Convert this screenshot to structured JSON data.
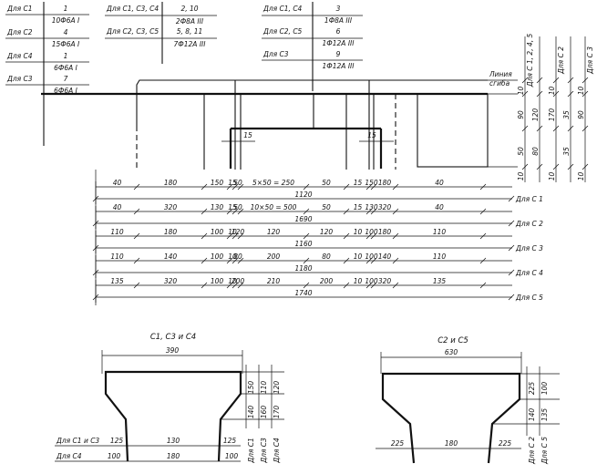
{
  "tables": {
    "left": [
      {
        "label": "Для С1",
        "top": "1",
        "bottom": "10Ф6А I"
      },
      {
        "label": "Для С2",
        "top": "4",
        "bottom": "15Ф6А I"
      },
      {
        "label": "Для С4",
        "top": "1",
        "bottom": "6Ф6А I"
      },
      {
        "label": "Для С3",
        "top": "7",
        "bottom": "6Ф6А I"
      }
    ],
    "middle": [
      {
        "label": "Для С1, С3, С4",
        "top": "2, 10",
        "bottom": "2Ф8А III"
      },
      {
        "label": "Для С2, С3, С5",
        "top": "5, 8, 11",
        "bottom": "7Ф12А III"
      }
    ],
    "right": [
      {
        "label": "Для С1, С4",
        "top": "3",
        "bottom": "1Ф8А III"
      },
      {
        "label": "Для С2, С5",
        "top": "6",
        "bottom": "1Ф12А III"
      },
      {
        "label": "Для С3",
        "top": "9",
        "bottom": "1Ф12А III"
      }
    ]
  },
  "axis_label": {
    "line1": "Линия",
    "line2": "сгиба"
  },
  "inner_dims": [
    "15",
    "15"
  ],
  "vertical_dims": {
    "columns": [
      {
        "label": "Для С 1, 2, 4, 5",
        "values": [
          "10",
          "90",
          "50",
          "10"
        ]
      },
      {
        "label": "",
        "values": [
          "",
          "120",
          "80",
          ""
        ]
      },
      {
        "label": "Для С 2",
        "values": [
          "10",
          "170",
          "",
          "10"
        ]
      },
      {
        "label": "",
        "values": [
          "",
          "35",
          "35",
          ""
        ]
      },
      {
        "label": "Для С 3",
        "values": [
          "10",
          "90",
          "",
          "10"
        ]
      }
    ]
  },
  "dim_rows": [
    {
      "label": "Для С 1",
      "segments": [
        "40",
        "180",
        "150",
        "15",
        "50",
        "5×50 = 250",
        "50",
        "15",
        "150",
        "180",
        "40"
      ],
      "total": "1120"
    },
    {
      "label": "Для С 2",
      "segments": [
        "40",
        "320",
        "130",
        "15",
        "50",
        "10×50 = 500",
        "50",
        "15",
        "130",
        "320",
        "40"
      ],
      "total": "1690"
    },
    {
      "label": "Для С 3",
      "segments": [
        "110",
        "180",
        "100",
        "10",
        "120",
        "120",
        "120",
        "10",
        "100",
        "180",
        "110"
      ],
      "total": "1160"
    },
    {
      "label": "Для С 4",
      "segments": [
        "110",
        "140",
        "100",
        "10",
        "80",
        "200",
        "80",
        "10",
        "100",
        "140",
        "110"
      ],
      "total": "1180"
    },
    {
      "label": "Для С 5",
      "segments": [
        "135",
        "320",
        "100",
        "10",
        "200",
        "210",
        "200",
        "10",
        "100",
        "320",
        "135"
      ],
      "total": "1740"
    }
  ],
  "sections": {
    "left": {
      "title": "С1, С3 и С4",
      "width": "390",
      "right_dims_top": [
        "150",
        "110",
        "120"
      ],
      "right_dims_bottom": [
        "140",
        "160",
        "170"
      ],
      "right_labels": [
        "Для С1",
        "Для С3",
        "Для С4"
      ],
      "row1": {
        "label": "Для С1 и С3",
        "values": [
          "125",
          "130",
          "125"
        ]
      },
      "row2": {
        "label": "Для С4",
        "values": [
          "100",
          "180",
          "100"
        ]
      }
    },
    "right": {
      "title": "С2 и С5",
      "width": "630",
      "right_dims": [
        "225",
        "100",
        "140",
        "135"
      ],
      "right_labels": [
        "Для С 2",
        "Для С 5"
      ],
      "row": {
        "values": [
          "225",
          "180",
          "225"
        ]
      }
    }
  }
}
